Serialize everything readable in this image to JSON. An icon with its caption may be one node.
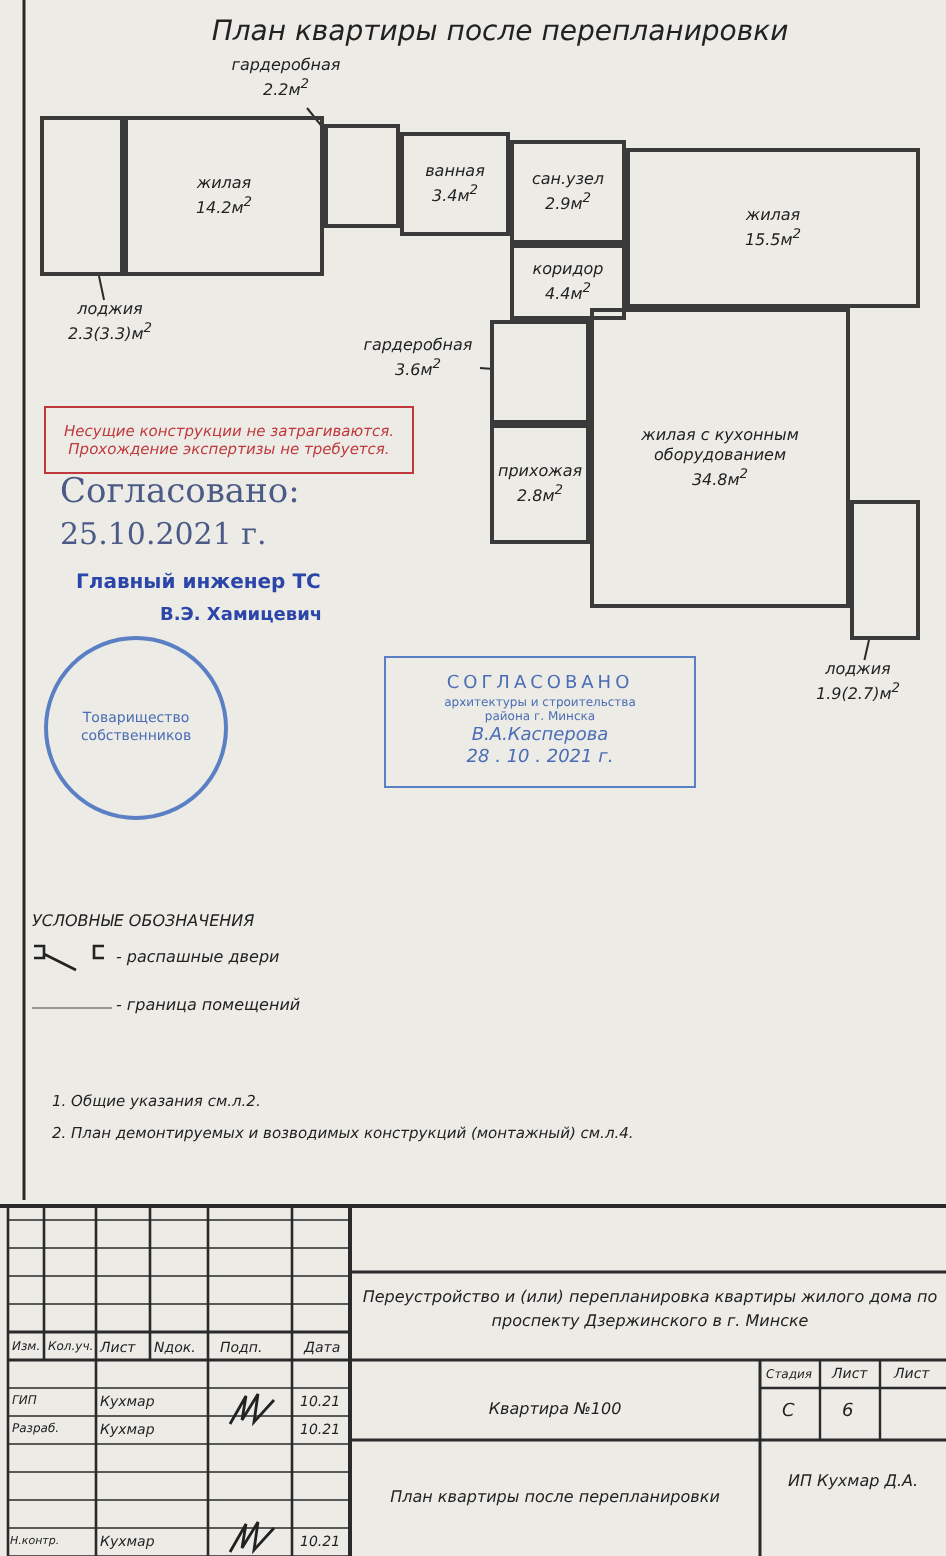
{
  "diagram": {
    "title": "План квартиры после перепланировки",
    "nodes": [
      {
        "text": [
          "гардеробная",
          "2.2м$^{2}$"
        ]
      },
      {
        "text": [],
        "shape": "box"
      },
      {
        "text": [
          "жилая",
          "14.2м$^{2}$"
        ]
      },
      {
        "text": [
          "ванная",
          "3.4м$^{2}$"
        ]
      },
      {
        "text": [
          "сан.узел",
          "2.9м$^{2}$"
        ]
      },
      {
        "text": [
          "жилая",
          "15.5м$^{2}$"
        ]
      },
      {
        "text": [
          "коридор",
          "4.4м$^{2}$"
        ]
      },
      {
        "text": [
          "лоджия",
          "2.3(3.3)м$^{2}$"
        ]
      },
      {
        "text": [],
        "shape": "box"
      },
      {
        "text": [
          "гардеробная",
          "3.6м$^{2}$"
        ]
      },
      {
        "text": [],
        "shape": "box"
      },
      {
        "text": [
          "жилая с кухонным оборудованием",
          "34.8м$^{2}$"
        ]
      },
      {
        "text": [
          "прихожая",
          "2.8м$^{2}$"
        ]
      },
      {
        "text": [
          "лоджия",
          "1.9(2.7)м$^{2}$"
        ]
      },
      {
        "text": [],
        "shape": "box"
      },
      {
        "text": [
          "Несущие конструкции не затрагиваются.",
          "Прохождение экспертизы не требуется."
        ]
      },
      {
        "text": [
          "СОГЛАСОВАНО",
          "архитектуры и строительства",
          "района г. Минска",
          "В.А.Касперова",
          "28 . 10 . 2021 г."
        ]
      },
      {
        "text": [
          "Товарищество собственников"
        ]
      }
    ],
    "edges": [
      {
        "from": 0,
        "to": 1,
        "arrow": "none"
      },
      {
        "from": 7,
        "to": 8,
        "arrow": "none"
      },
      {
        "from": 9,
        "to": 10,
        "arrow": "none"
      },
      {
        "from": 13,
        "to": 14,
        "arrow": "none"
      }
    ],
    "labels": [
      "Согласовано:",
      "25.10.2021 г.",
      "Главный инженер ТС",
      "В.Э. Хамицевич",
      "УСЛОВНЫЕ ОБОЗНАЧЕНИЯ",
      "1. Общие указания см.л.2.",
      "2. План демонтируемых и возводимых конструкций (монтажный) см.л.4.",
      "Изм.",
      "Кол.уч.",
      "Лист",
      "Nдок.",
      "Подп.",
      "Дата",
      "ГИП",
      "Кухмар",
      "10.21",
      "Разраб.",
      "Кухмар",
      "10.21",
      "Н.контр.",
      "Кухмар",
      "10.21",
      "Переустройство и (или) перепланировка квартиры жилого дома по проспекту Дзержинского в г. Минске",
      "Стадия",
      "Лист",
      "Лист",
      "Квартира №100",
      "С",
      "6",
      "План квартиры после перепланировки",
      "ИП Кухмар Д.А."
    ],
    "legend": [
      {
        "text": "- распашные двери"
      },
      {
        "text": "- граница помещений"
      }
    ]
  }
}
